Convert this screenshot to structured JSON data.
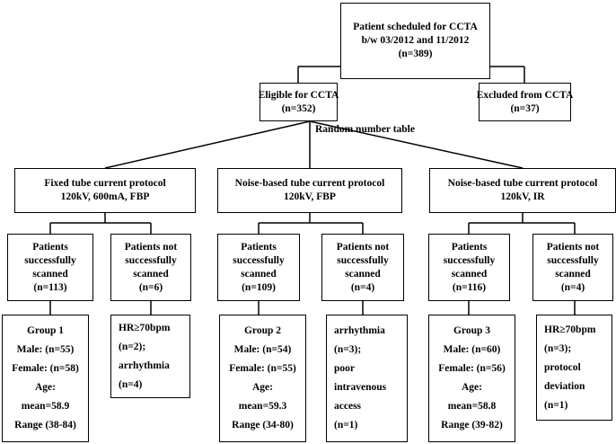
{
  "top": {
    "lines": [
      "Patient scheduled for CCTA",
      "b/w 03/2012 and 11/2012",
      "(n=389)"
    ]
  },
  "eligible": {
    "lines": [
      "Eligible for CCTA",
      "(n=352)"
    ]
  },
  "excluded": {
    "lines": [
      "Excluded from CCTA",
      "(n=37)"
    ]
  },
  "random_label": "Random number table",
  "protocols": [
    {
      "lines": [
        "Fixed tube current protocol",
        "120kV, 600mA, FBP"
      ]
    },
    {
      "lines": [
        "Noise-based tube current protocol",
        "120kV, FBP"
      ]
    },
    {
      "lines": [
        "Noise-based tube current protocol",
        "120kV, IR"
      ]
    }
  ],
  "scanned": [
    {
      "lines": [
        "Patients",
        "successfully",
        "scanned",
        "(n=113)"
      ]
    },
    {
      "lines": [
        "Patients",
        "successfully",
        "scanned",
        "(n=109)"
      ]
    },
    {
      "lines": [
        "Patients",
        "successfully",
        "scanned",
        "(n=116)"
      ]
    }
  ],
  "not_scanned": [
    {
      "lines": [
        "Patients not",
        "successfully",
        "scanned",
        "(n=6)"
      ]
    },
    {
      "lines": [
        "Patients not",
        "successfully",
        "scanned",
        "(n=4)"
      ]
    },
    {
      "lines": [
        "Patients not",
        "successfully",
        "scanned",
        "(n=4)"
      ]
    }
  ],
  "groups": [
    {
      "lines": [
        "Group 1",
        "Male: (n=55)",
        "Female: (n=58)",
        "Age:",
        "mean=58.9",
        "Range (38-84)"
      ]
    },
    {
      "lines": [
        "Group 2",
        "Male: (n=54)",
        "Female: (n=55)",
        "Age:",
        "mean=59.3",
        "Range (34-80)"
      ]
    },
    {
      "lines": [
        "Group 3",
        "Male: (n=60)",
        "Female: (n=56)",
        "Age:",
        "mean=58.8",
        "Range (39-82)"
      ]
    }
  ],
  "reasons": [
    {
      "lines": [
        "HR≥70bpm",
        "(n=2);",
        "arrhythmia",
        "(n=4)"
      ]
    },
    {
      "lines": [
        "arrhythmia",
        "(n=3);",
        "poor",
        "intravenous",
        "access",
        "(n=1)"
      ]
    },
    {
      "lines": [
        "HR≥70bpm",
        "(n=3);",
        "protocol",
        "deviation",
        "(n=1)"
      ]
    }
  ]
}
